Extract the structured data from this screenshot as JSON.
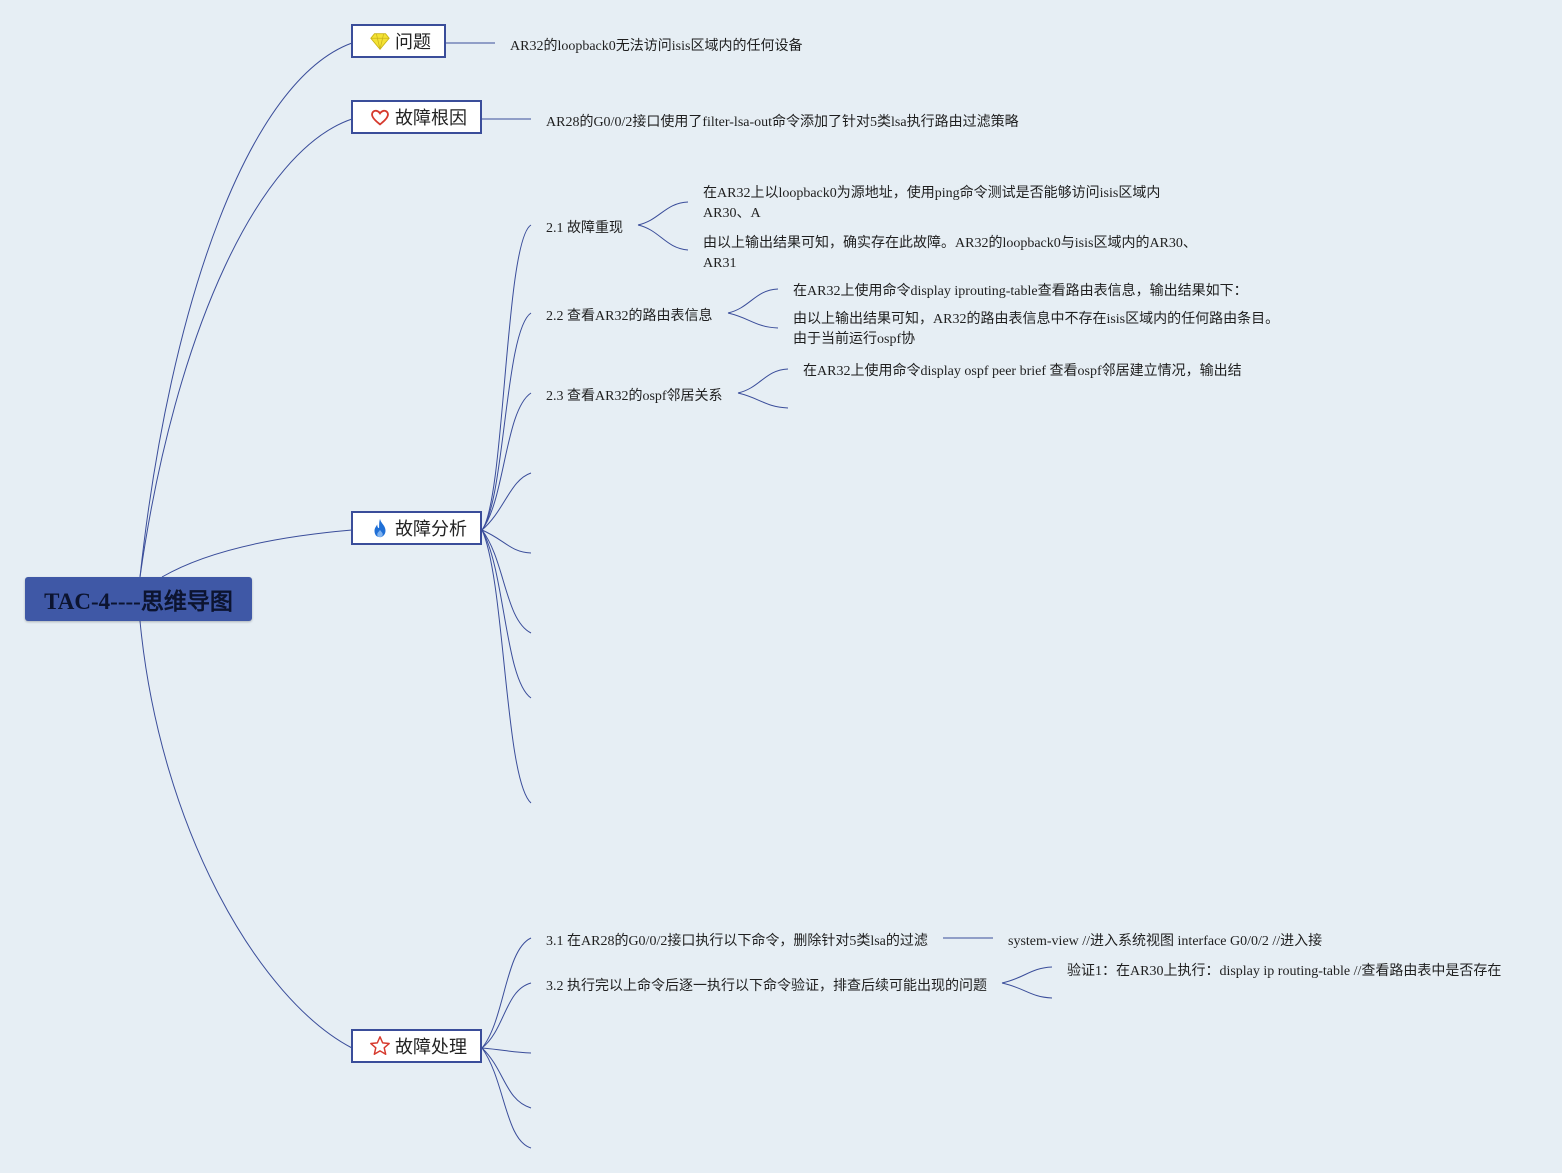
{
  "root": {
    "label": "TAC-4----思维导图"
  },
  "topics": {
    "problem": {
      "label": "问题",
      "icon": "gem-icon",
      "detail": "AR32的loopback0无法访问isis区域内的任何设备"
    },
    "root_cause": {
      "label": "故障根因",
      "icon": "heart-icon",
      "detail": "AR28的G0/0/2接口使用了filter-lsa-out命令添加了针对5类lsa执行路由过滤策略"
    },
    "analysis": {
      "label": "故障分析",
      "icon": "flame-icon",
      "items": [
        {
          "label": "2.1 故障重现",
          "details": [
            "在AR32上以loopback0为源地址，使用ping命令测试是否能够访问isis区域内AR30、A",
            "由以上输出结果可知，确实存在此故障。AR32的loopback0与isis区域内的AR30、AR31"
          ]
        },
        {
          "label": "2.2 查看AR32的路由表信息",
          "details": [
            "在AR32上使用命令display iprouting-table查看路由表信息，输出结果如下：",
            "由以上输出结果可知，AR32的路由表信息中不存在isis区域内的任何路由条目。由于当前运行ospf协"
          ]
        },
        {
          "label": "2.3 查看AR32的ospf邻居关系",
          "details": [
            "在AR32上使用命令display ospf peer brief 查看ospf邻居建立情况，输出结"
          ]
        }
      ]
    },
    "handling": {
      "label": "故障处理",
      "icon": "star-icon",
      "items": [
        {
          "label": "3.1 在AR28的G0/0/2接口执行以下命令，删除针对5类lsa的过滤",
          "details": [
            "system-view //进入系统视图 interface G0/0/2 //进入接"
          ]
        },
        {
          "label": "3.2 执行完以上命令后逐一执行以下命令验证，排查后续可能出现的问题",
          "details": [
            "验证1：在AR30上执行：display ip routing-table //查看路由表中是否存在"
          ]
        }
      ]
    }
  },
  "colors": {
    "line": "#3a4d9a",
    "root_fill": "#3f58a6",
    "background": "#e6eef4",
    "gem": "#f4e234",
    "heart": "#d63a2e",
    "flame": "#1f6fd6",
    "star": "#d63a2e"
  }
}
